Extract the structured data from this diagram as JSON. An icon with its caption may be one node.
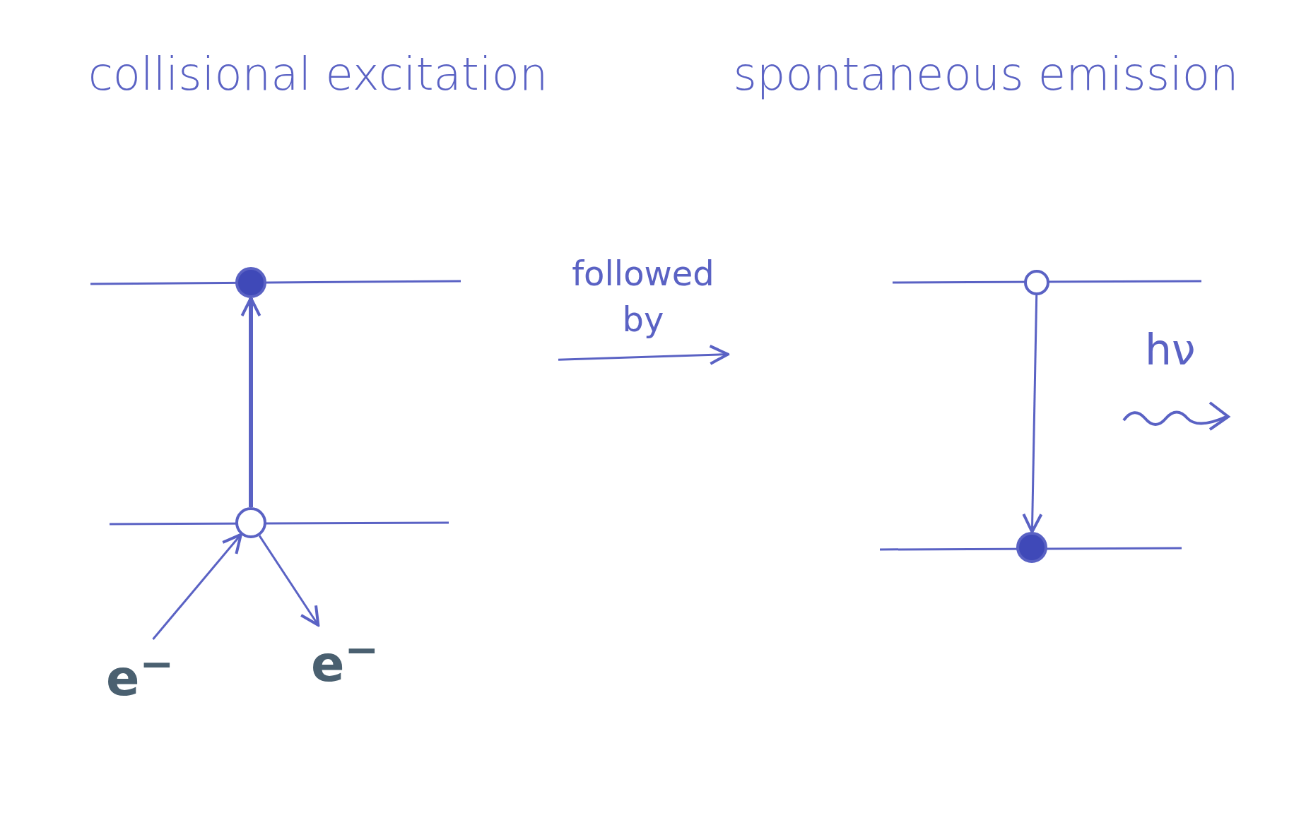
{
  "diagram": {
    "nodes": [
      {
        "text": [
          "collisional excitation"
        ]
      },
      {
        "text": [],
        "shape": "circle",
        "in": 0
      },
      {
        "text": [],
        "shape": "circle",
        "in": 0
      },
      {
        "text": [
          "e$^{−}$"
        ],
        "in": 0
      },
      {
        "text": [
          "e$^{−}$"
        ],
        "in": 0
      },
      {
        "text": [
          "spontaneous emission"
        ]
      },
      {
        "text": [],
        "shape": "circle",
        "in": 5
      },
      {
        "text": [],
        "shape": "circle",
        "in": 5
      }
    ],
    "edges": [
      {
        "from": 2,
        "to": 1,
        "arrow": "to",
        "style": "thick"
      },
      {
        "from": 3,
        "to": 2,
        "arrow": "to"
      },
      {
        "from": 2,
        "to": 4,
        "arrow": "to"
      },
      {
        "from": 0,
        "to": 5,
        "label": "followed by",
        "arrow": "to"
      },
      {
        "from": 6,
        "to": 7,
        "arrow": "to"
      }
    ],
    "labels": [
      "hν"
    ]
  }
}
